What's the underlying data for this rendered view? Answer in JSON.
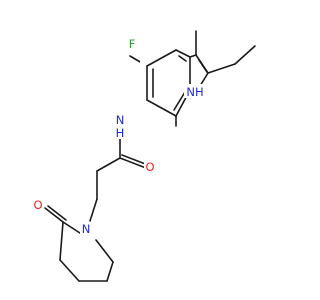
{
  "atoms": {
    "fluorine": "F",
    "amide_nh": "N",
    "amide_nh_h": "H",
    "amide_o": "O",
    "indole_nh": "NH",
    "lactam_n": "N",
    "lactam_o": "O"
  },
  "colors": {
    "bond": "#1a1a1a",
    "carbon_text": "#1a1a1a",
    "nitrogen": "#1f2bd6",
    "oxygen": "#e8231f",
    "fluorine": "#2f9c3a"
  }
}
